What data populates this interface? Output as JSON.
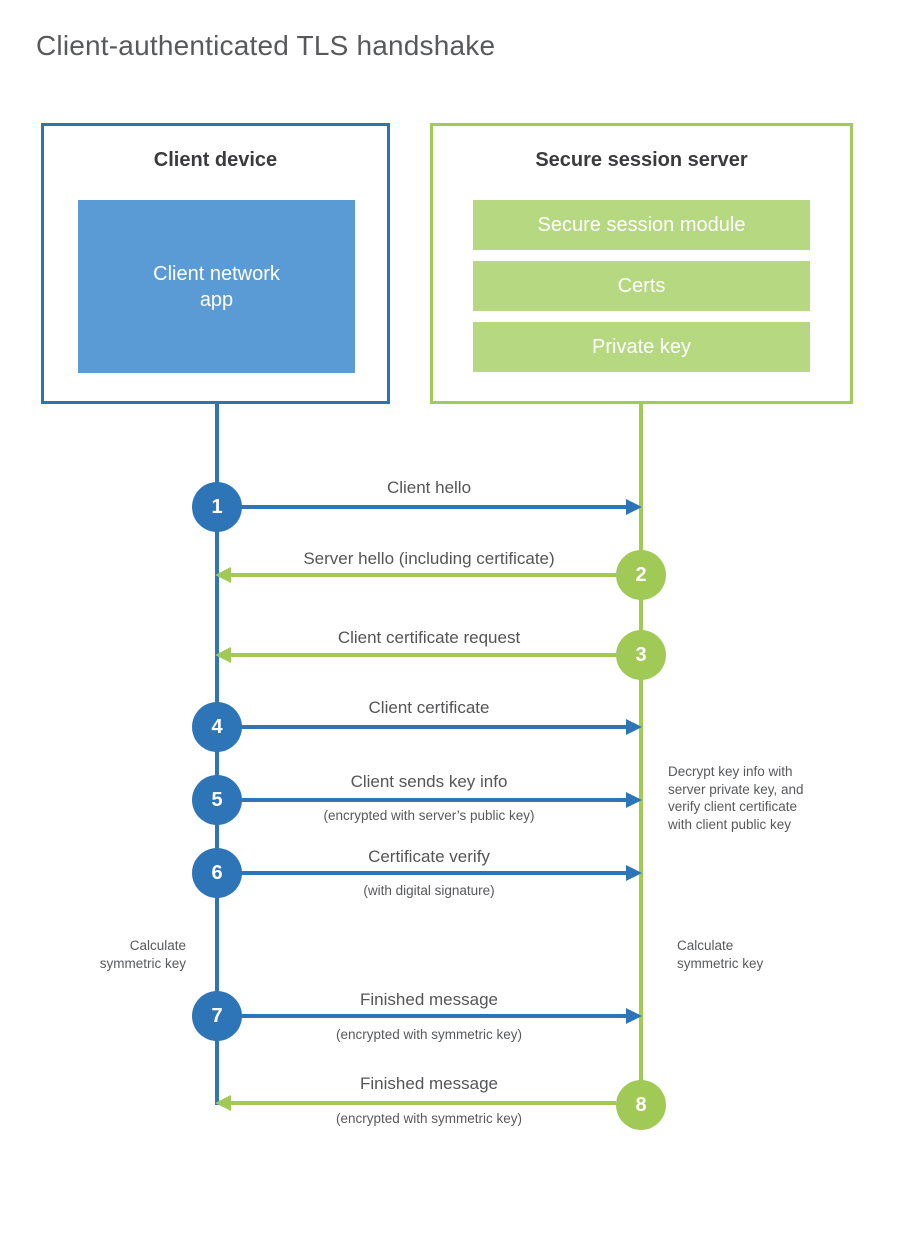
{
  "title": "Client-authenticated TLS handshake",
  "colors": {
    "blue_accent": "#2e75b8",
    "blue_fill": "#5b9bd5",
    "green_accent": "#a0ca55",
    "green_fill": "#b5d880",
    "heading_text": "#3b3b3d",
    "label_text": "#58595b"
  },
  "client": {
    "title": "Client device",
    "module": "Client network\napp"
  },
  "server": {
    "title": "Secure session server",
    "modules": [
      "Secure session module",
      "Certs",
      "Private key"
    ]
  },
  "steps": [
    {
      "num": "1",
      "label": "Client hello",
      "sub": "",
      "direction": "client-to-server"
    },
    {
      "num": "2",
      "label": "Server hello (including certificate)",
      "sub": "",
      "direction": "server-to-client"
    },
    {
      "num": "3",
      "label": "Client certificate request",
      "sub": "",
      "direction": "server-to-client"
    },
    {
      "num": "4",
      "label": "Client certificate",
      "sub": "",
      "direction": "client-to-server"
    },
    {
      "num": "5",
      "label": "Client sends key info",
      "sub": "(encrypted with server’s public key)",
      "direction": "client-to-server"
    },
    {
      "num": "6",
      "label": "Certificate verify",
      "sub": "(with digital signature)",
      "direction": "client-to-server"
    },
    {
      "num": "7",
      "label": "Finished message",
      "sub": "(encrypted with symmetric key)",
      "direction": "client-to-server"
    },
    {
      "num": "8",
      "label": "Finished message",
      "sub": "(encrypted with symmetric key)",
      "direction": "server-to-client"
    }
  ],
  "notes": {
    "decrypt": "Decrypt key info with\nserver private key, and\nverify client certificate\nwith client public key",
    "calc_left": "Calculate\nsymmetric key",
    "calc_right": "Calculate\nsymmetric key"
  }
}
